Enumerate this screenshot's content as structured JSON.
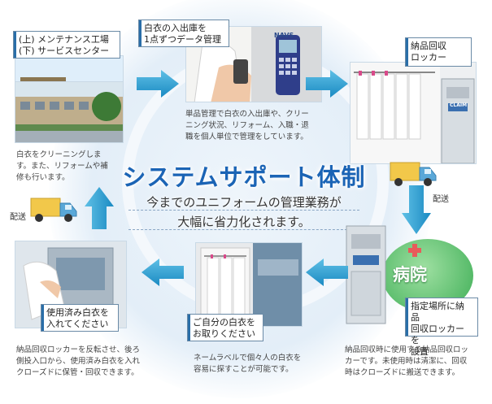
{
  "title": "システムサポート体制",
  "subtitle_line1": "今までのユニフォームの管理業務が",
  "subtitle_line2": "大幅に省力化されます。",
  "hospital": "病院",
  "steps": {
    "factory": {
      "label_line1": "(上) メンテナンス工場",
      "label_line2": "(下) サービスセンター",
      "desc": [
        "白衣をクリーニングしま",
        "す。また、リフォームや補",
        "修も行います。"
      ]
    },
    "scan": {
      "label_line1": "白衣の入出庫を",
      "label_line2": "1点ずつデータ管理",
      "desc": [
        "単品管理で白衣の入出庫や、クリー",
        "ニング状況、リフォーム、入職・退",
        "職を個人単位で管理をしています。"
      ]
    },
    "locker": {
      "label_line1": "納品回収",
      "label_line2": "ロッカー"
    },
    "install": {
      "label_line1": "指定場所に納品",
      "label_line2": "回収ロッカーを",
      "label_line3": "設置",
      "desc": [
        "納品回収時に使用する納品回収ロッ",
        "カーです。未使用時は清潔に、回収",
        "時はクローズドに搬送できます。"
      ]
    },
    "pickup": {
      "label_line1": "ご自分の白衣を",
      "label_line2": "お取りください",
      "desc": [
        "ネームラベルで個々人の白衣を",
        "容易に探すことが可能です。"
      ]
    },
    "return": {
      "label_line1": "使用済み白衣を",
      "label_line2": "入れてください",
      "desc": [
        "納品回収ロッカーを反転させ、後ろ",
        "側投入口から、使用済み白衣を入れ",
        "クローズドに保管・回収できます。"
      ]
    }
  },
  "delivery_left": "配送",
  "delivery_right": "配送",
  "device_brand": "NAVS",
  "locker_brand": "CLAIM"
}
